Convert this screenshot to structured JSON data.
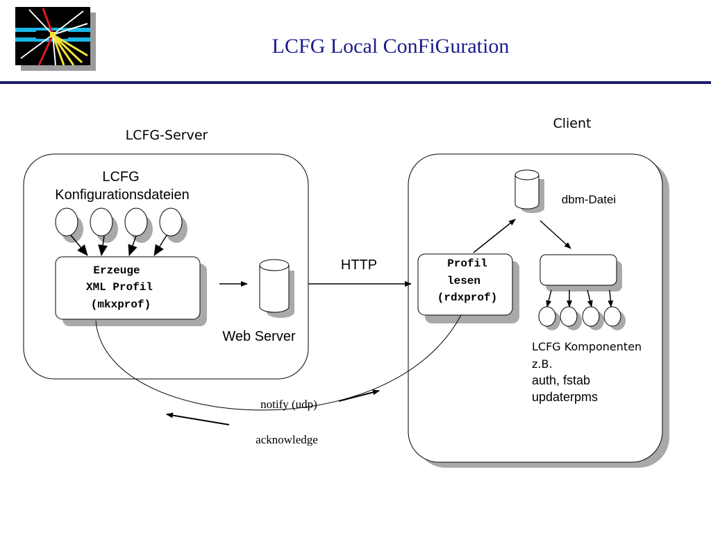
{
  "title": "LCFG Local ConFiGuration",
  "colors": {
    "title": "#1a1a8c",
    "rule": "#1a1a6e",
    "shadow": "#a9a9a9"
  },
  "logo": {
    "icon": "particle-collision-logo-icon"
  },
  "server": {
    "heading": "LCFG-Server",
    "config_label_line1": "LCFG",
    "config_label_line2": "Konfigurationsdateien",
    "mkxprof_line1": "Erzeuge",
    "mkxprof_line2": "XML Profil",
    "mkxprof_line3": "(mkxprof)",
    "webserver_label": "Web Server"
  },
  "http_label": "HTTP",
  "client": {
    "heading": "Client",
    "dbm_label": "dbm-Datei",
    "rdxprof_line1": "Profil",
    "rdxprof_line2": "lesen",
    "rdxprof_line3": "(rdxprof)",
    "components_line1": "LCFG Komponenten",
    "components_line2": "z.B.",
    "components_line3": "auth, fstab",
    "components_line4": "updaterpms"
  },
  "notify_label": "notify (udp)",
  "acknowledge_label": "acknowledge"
}
